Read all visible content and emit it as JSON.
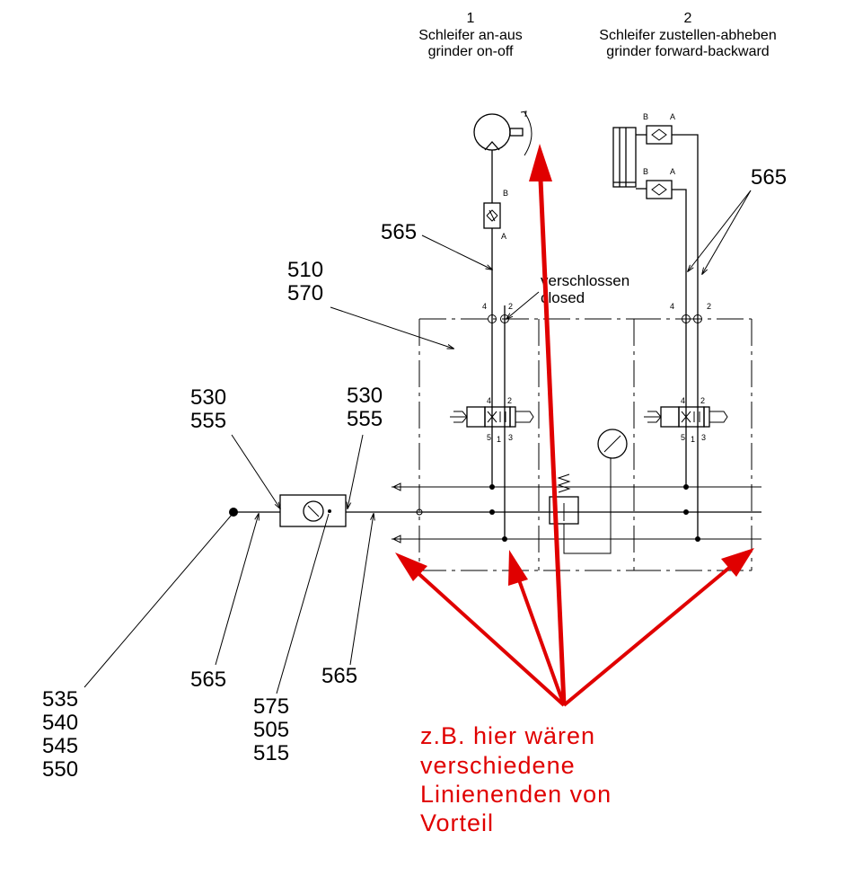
{
  "headers": [
    {
      "number": "1",
      "line1": "Schleifer an-aus",
      "line2": "grinder on-off"
    },
    {
      "number": "2",
      "line1": "Schleifer zustellen-abheben",
      "line2": "grinder forward-backward"
    }
  ],
  "callouts": {
    "c565_top_left": "565",
    "c565_top_right": "565",
    "c510": "510",
    "c570": "570",
    "closed_de": "verschlossen",
    "closed_en": "closed",
    "c530_left": "530",
    "c555_left": "555",
    "c530_right": "530",
    "c555_right": "555",
    "c565_bottom_left": "565",
    "c565_bottom_right": "565",
    "c535": "535",
    "c540": "540",
    "c545": "545",
    "c550": "550",
    "c575": "575",
    "c505": "505",
    "c515": "515"
  },
  "ports": {
    "v1_p4": "4",
    "v1_p2": "2",
    "v1_b4": "4",
    "v1_b2": "2",
    "v1_b5": "5",
    "v1_b1": "1",
    "v1_b3": "3",
    "v2_p4": "4",
    "v2_p2": "2",
    "v2_b4": "4",
    "v2_b2": "2",
    "v2_b5": "5",
    "v2_b1": "1",
    "v2_b3": "3",
    "motor_b": "B",
    "motor_a": "A",
    "cyl1_b": "B",
    "cyl1_a": "A",
    "cyl2_b": "B",
    "cyl2_a": "A"
  },
  "note": {
    "line1": "z.B. hier wären",
    "line2": "verschiedene",
    "line3": "Linienenden von",
    "line4": "Vorteil"
  },
  "colors": {
    "annotation": "#e00000",
    "lines": "#000000"
  }
}
